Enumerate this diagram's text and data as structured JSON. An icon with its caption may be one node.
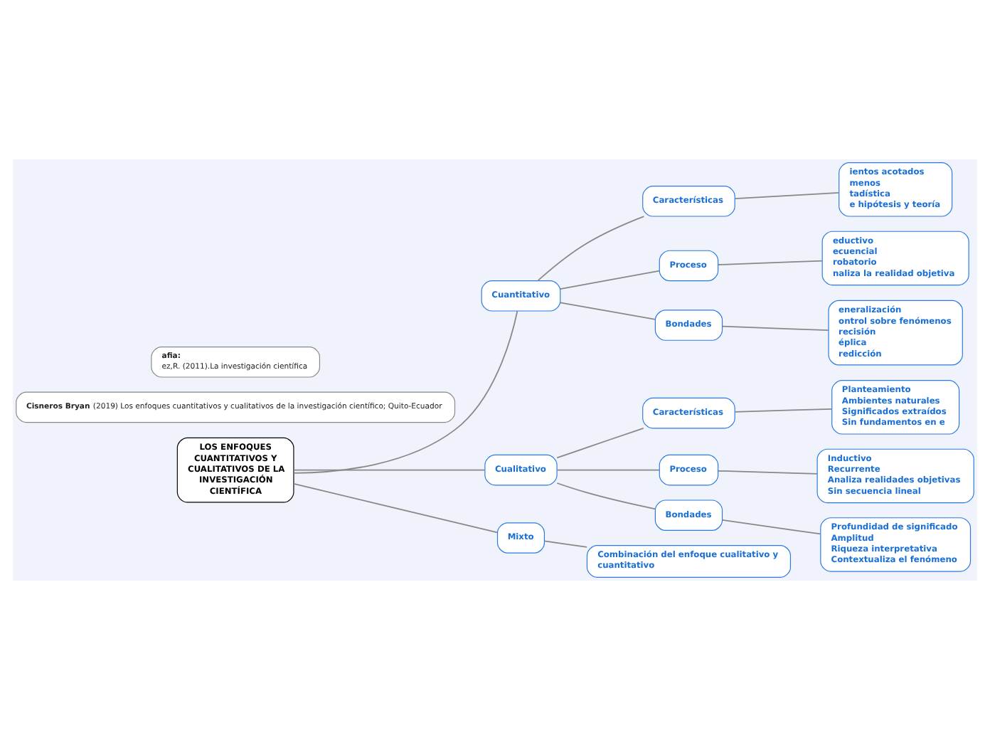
{
  "diagram": {
    "nodes": [
      {
        "text": [
          "LOS ENFOQUES CUANTITATIVOS Y CUALITATIVOS DE LA INVESTIGACIÓN CIENTÍFICA"
        ]
      },
      {
        "text": [
          "Cuantitativo"
        ]
      },
      {
        "text": [
          "Características"
        ]
      },
      {
        "text": [
          "ientos acotados",
          "menos",
          "tadística",
          "e hipótesis y teoría"
        ]
      },
      {
        "text": [
          "Proceso"
        ]
      },
      {
        "text": [
          "eductivo",
          "ecuencial",
          "robatorio",
          "naliza la realidad objetiva"
        ]
      },
      {
        "text": [
          "Bondades"
        ]
      },
      {
        "text": [
          "eneralización",
          "ontrol sobre fenómenos",
          "recisión",
          "éplica",
          "redicción"
        ]
      },
      {
        "text": [
          "Cualitativo"
        ]
      },
      {
        "text": [
          "Características"
        ]
      },
      {
        "text": [
          "Planteamiento",
          "Ambientes naturales",
          "Significados extraídos",
          "Sin fundamentos en e"
        ]
      },
      {
        "text": [
          "Proceso"
        ]
      },
      {
        "text": [
          "Inductivo",
          "Recurrente",
          "Analiza realidades objetivas",
          "Sin secuencia lineal"
        ]
      },
      {
        "text": [
          "Bondades"
        ]
      },
      {
        "text": [
          "Profundidad de significado",
          "Amplitud",
          "Riqueza interpretativa",
          "Contextualiza el fenómeno"
        ]
      },
      {
        "text": [
          "Mixto"
        ]
      },
      {
        "text": [
          "Combinación del enfoque cualitativo y cuantitativo"
        ]
      },
      {
        "text": [
          "**Cisneros Bryan** (2019) Los enfoques cuantitativos y cualitativos de la investigación científico; Quito-Ecuador"
        ]
      },
      {
        "text": [
          "**afia:**",
          "ez,R. (2011).La investigación científica"
        ]
      }
    ],
    "edges": [
      {
        "from": 0,
        "to": 1,
        "arrow": "none"
      },
      {
        "from": 1,
        "to": 2,
        "arrow": "none"
      },
      {
        "from": 2,
        "to": 3,
        "arrow": "none"
      },
      {
        "from": 1,
        "to": 4,
        "arrow": "none"
      },
      {
        "from": 4,
        "to": 5,
        "arrow": "none"
      },
      {
        "from": 1,
        "to": 6,
        "arrow": "none"
      },
      {
        "from": 6,
        "to": 7,
        "arrow": "none"
      },
      {
        "from": 0,
        "to": 8,
        "arrow": "none"
      },
      {
        "from": 8,
        "to": 9,
        "arrow": "none"
      },
      {
        "from": 9,
        "to": 10,
        "arrow": "none"
      },
      {
        "from": 8,
        "to": 11,
        "arrow": "none"
      },
      {
        "from": 11,
        "to": 12,
        "arrow": "none"
      },
      {
        "from": 8,
        "to": 13,
        "arrow": "none"
      },
      {
        "from": 13,
        "to": 14,
        "arrow": "none"
      },
      {
        "from": 0,
        "to": 15,
        "arrow": "none"
      },
      {
        "from": 15,
        "to": 16,
        "arrow": "none"
      }
    ]
  }
}
